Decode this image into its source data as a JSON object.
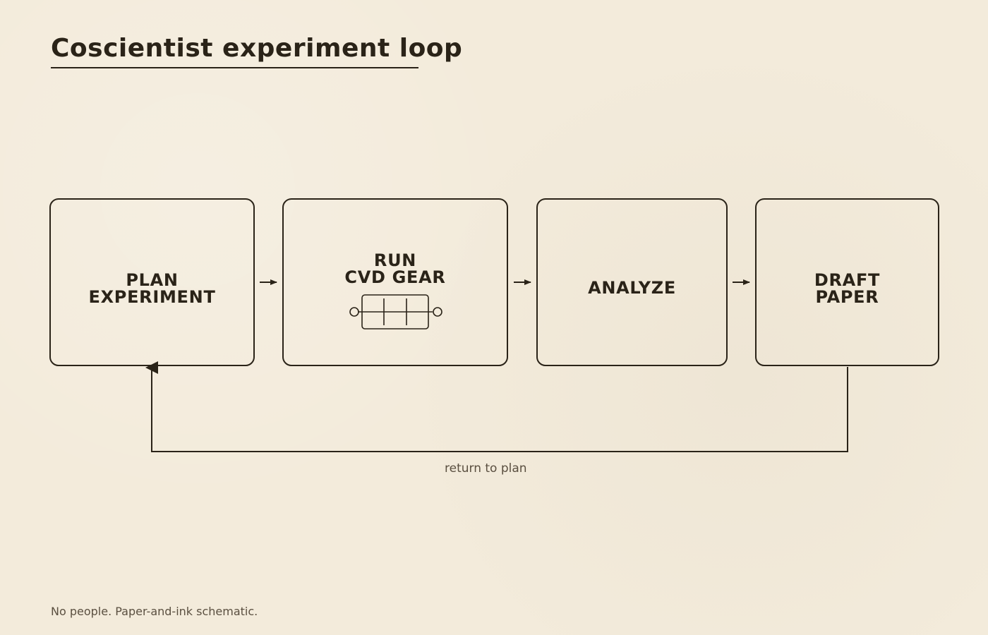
{
  "title": "Coscientist experiment loop",
  "steps": [
    {
      "lines": [
        "PLAN",
        "EXPERIMENT"
      ]
    },
    {
      "lines": [
        "RUN",
        "CVD GEAR"
      ],
      "icon": "cvd-tube-furnace-icon"
    },
    {
      "lines": [
        "ANALYZE"
      ]
    },
    {
      "lines": [
        "DRAFT",
        "PAPER"
      ]
    }
  ],
  "loop_label": "return to plan",
  "footer": "No people. Paper-and-ink schematic.",
  "colors": {
    "paper": "#f3ebdb",
    "ink": "#2a2318",
    "muted_ink": "#5a4f40"
  }
}
